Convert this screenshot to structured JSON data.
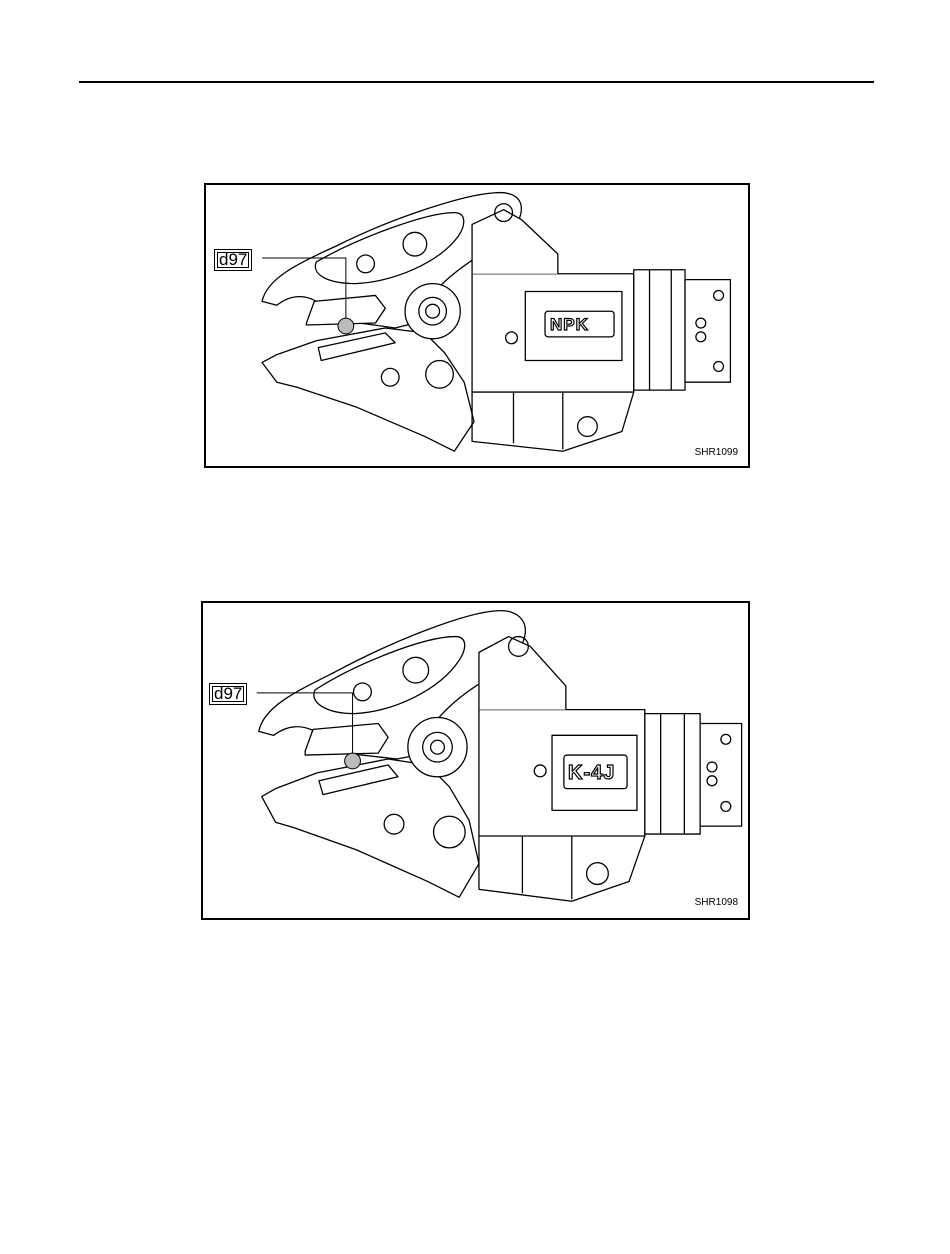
{
  "figures": [
    {
      "callout": "d97",
      "plate_label": "NPK",
      "figure_id": "SHR1099"
    },
    {
      "callout": "d97",
      "plate_label": "K-4J",
      "figure_id": "SHR1098"
    }
  ]
}
